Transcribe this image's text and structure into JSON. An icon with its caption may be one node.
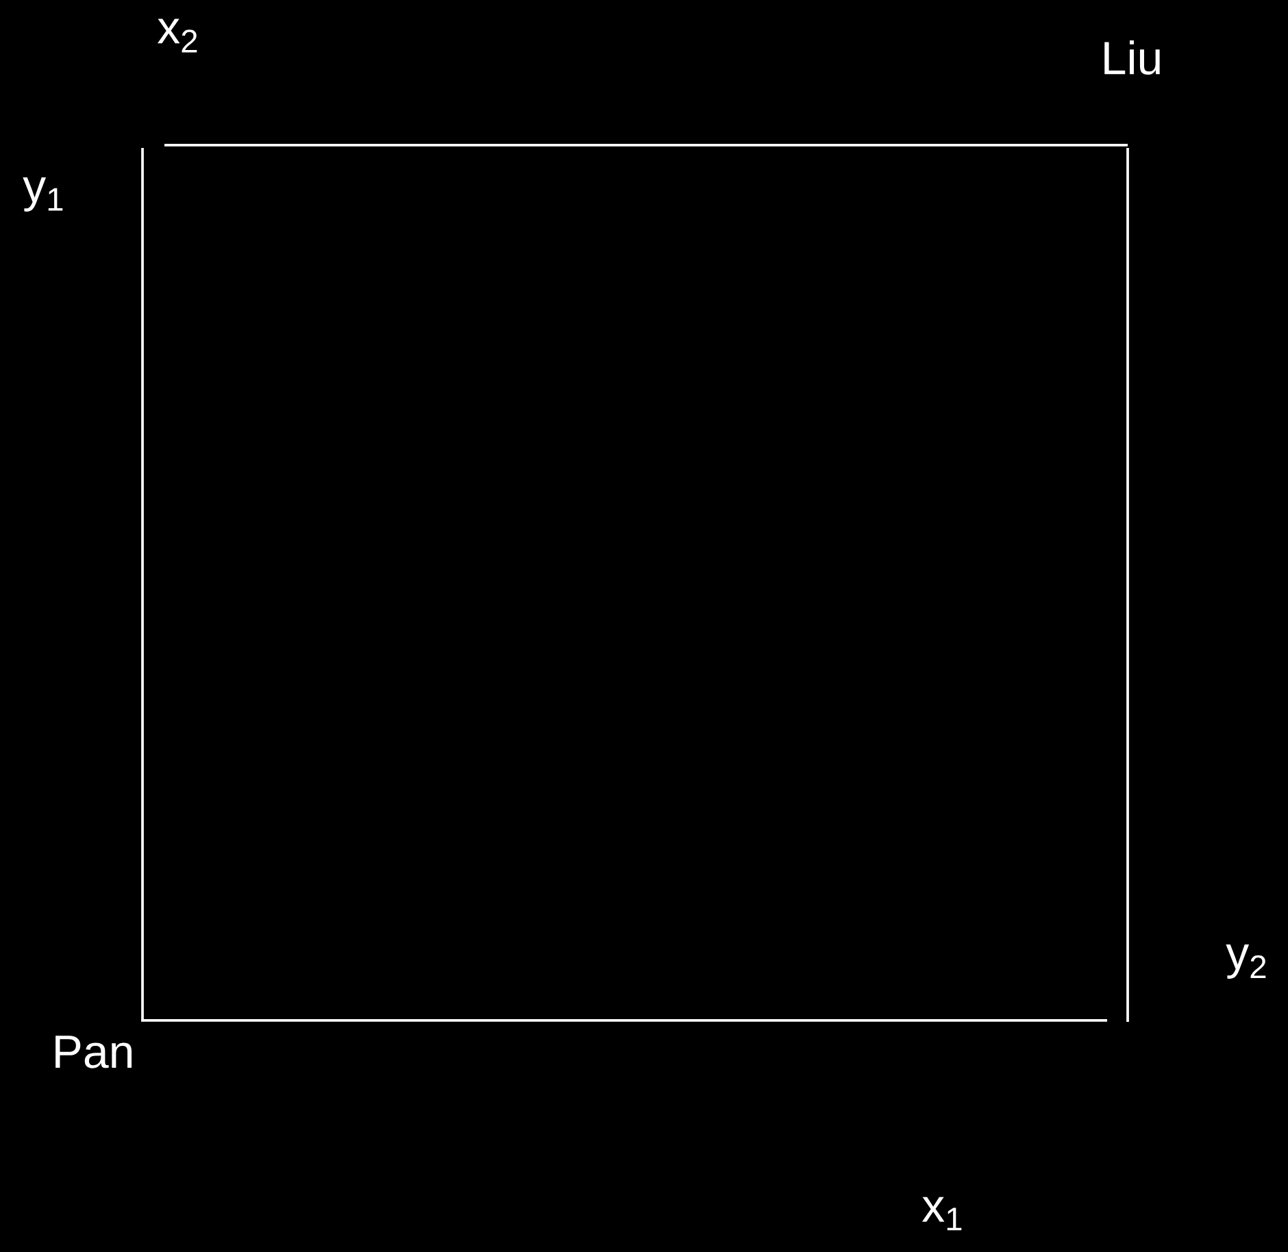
{
  "diagram": {
    "labels": [
      "x$_{2}$",
      "Liu",
      "y$_{1}$",
      "y$_{2}$",
      "Pan",
      "x$_{1}$"
    ]
  }
}
